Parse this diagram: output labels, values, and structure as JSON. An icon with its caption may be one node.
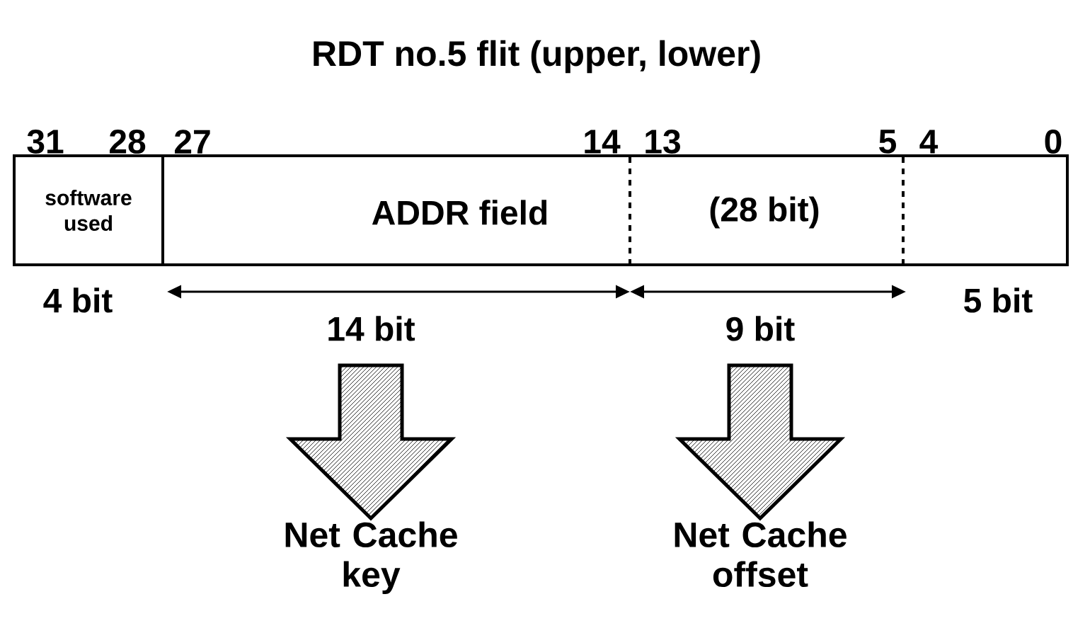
{
  "diagram": {
    "title": "RDT no.5 flit (upper, lower)",
    "nodes": [
      {
        "text": [
          "software used"
        ]
      },
      {
        "text": [
          "ADDR  field",
          "(28 bit)"
        ]
      },
      {
        "text": [
          "Net Cache key"
        ]
      },
      {
        "text": [
          "Net Cache offset"
        ]
      }
    ],
    "edges": [
      {
        "from": null,
        "to": 2,
        "arrow": "to",
        "style": "thick"
      },
      {
        "from": null,
        "to": 3,
        "arrow": "to",
        "style": "thick"
      }
    ],
    "labels": [
      "31",
      "28",
      "27",
      "14",
      "13",
      "5",
      "4",
      "0",
      "4 bit",
      "14 bit",
      "9 bit",
      "5 bit"
    ]
  }
}
